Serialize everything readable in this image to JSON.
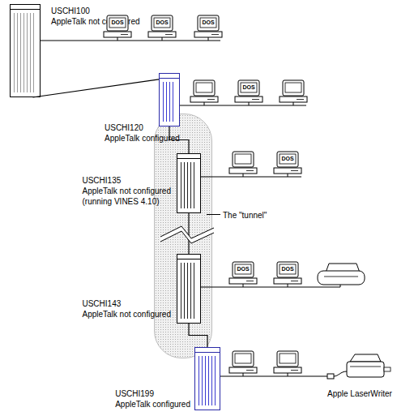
{
  "diagram": {
    "nodes": [
      {
        "text": [
          "USCHI100",
          "AppleTalk not configured"
        ]
      },
      {
        "text": [
          "USCHI120",
          "AppleTalk configured"
        ]
      },
      {
        "text": [
          "The \"tunnel\""
        ]
      },
      {
        "text": [
          "USCHI135",
          "AppleTalk not configured",
          "(running VINES 4.10)"
        ],
        "in": 2
      },
      {
        "text": [
          "USCHI143",
          "AppleTalk not configured"
        ],
        "in": 2
      },
      {
        "text": [
          "USCHI199",
          "AppleTalk configured"
        ]
      }
    ],
    "edges": [
      {
        "from": 0,
        "to": 1,
        "arrow": "none"
      },
      {
        "from": 1,
        "to": 3,
        "arrow": "none"
      },
      {
        "from": 3,
        "to": 4,
        "arrow": "none"
      },
      {
        "from": 4,
        "to": 5,
        "arrow": "none"
      }
    ],
    "labels": [
      "DOS",
      "DOS",
      "DOS",
      "DOS",
      "DOS",
      "DOS",
      "DOS",
      "Apple LaserWriter"
    ]
  }
}
